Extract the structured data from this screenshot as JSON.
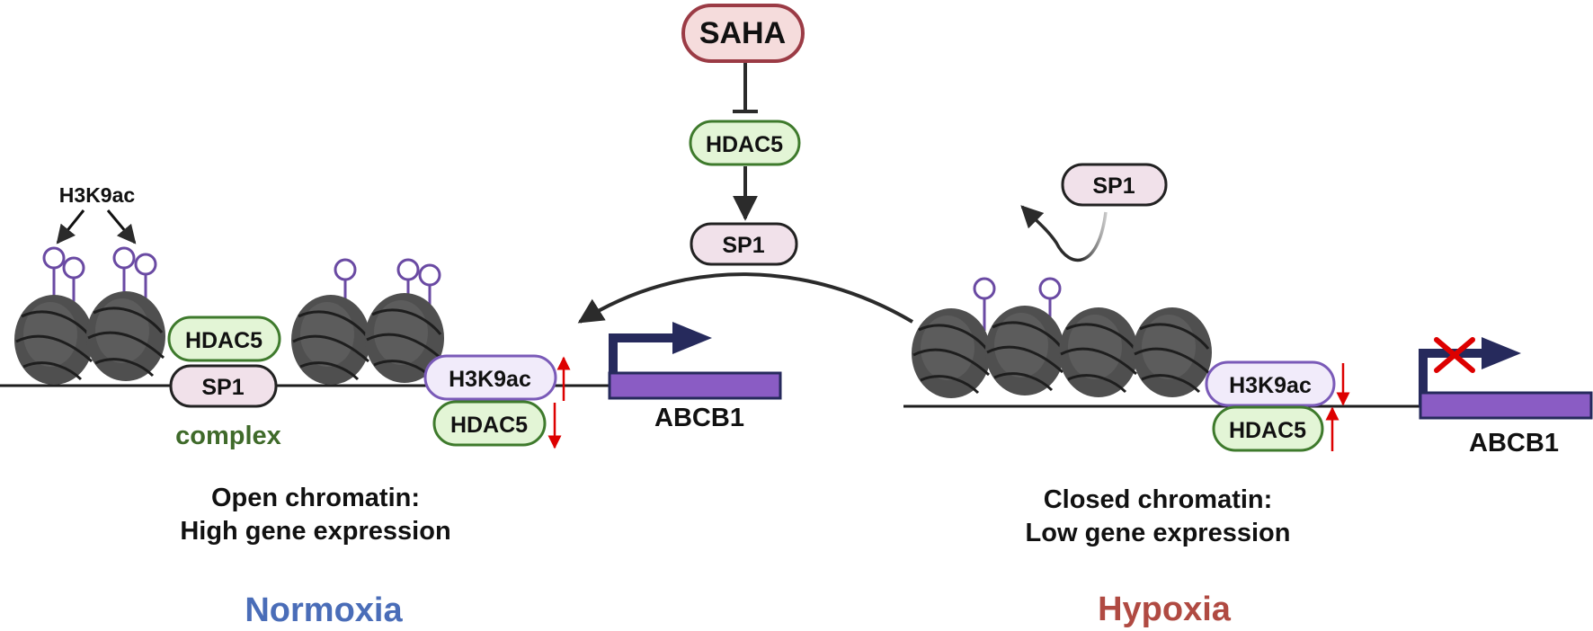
{
  "colors": {
    "saha_fill": "#f5dcdc",
    "saha_stroke": "#9b3b45",
    "hdac_fill": "#e3f5d6",
    "hdac_stroke": "#3e7a2c",
    "sp1_fill": "#f1e1ea",
    "sp1_stroke": "#222222",
    "h3k9ac_fill": "#f1ebfa",
    "h3k9ac_stroke": "#7a5ab8",
    "gene_fill": "#8a5cc4",
    "promoter_arrow": "#262a5c",
    "nucleosome": "#4f4f4f",
    "red_arrow": "#dd0000",
    "normoxia_color": "#4a6db8",
    "hypoxia_color": "#b04a42",
    "complex_color": "#3f6a2a"
  },
  "icons": [
    "nucleosome-icon",
    "acetyl-lollipop-icon",
    "promoter-arrow-icon",
    "red-x-icon"
  ],
  "top": {
    "saha": "SAHA",
    "hdac5": "HDAC5",
    "sp1": "SP1"
  },
  "normoxia": {
    "h3k9ac_label": "H3K9ac",
    "hdac5_complex": "HDAC5",
    "sp1_complex": "SP1",
    "complex_label": "complex",
    "h3k9ac_promoter": "H3K9ac",
    "hdac5_promoter": "HDAC5",
    "gene": "ABCB1",
    "state_line1": "Open chromatin:",
    "state_line2": "High gene expression",
    "condition": "Normoxia"
  },
  "hypoxia": {
    "sp1_free": "SP1",
    "h3k9ac_promoter": "H3K9ac",
    "hdac5_promoter": "HDAC5",
    "gene": "ABCB1",
    "state_line1": "Closed chromatin:",
    "state_line2": "Low gene expression",
    "condition": "Hypoxia"
  }
}
